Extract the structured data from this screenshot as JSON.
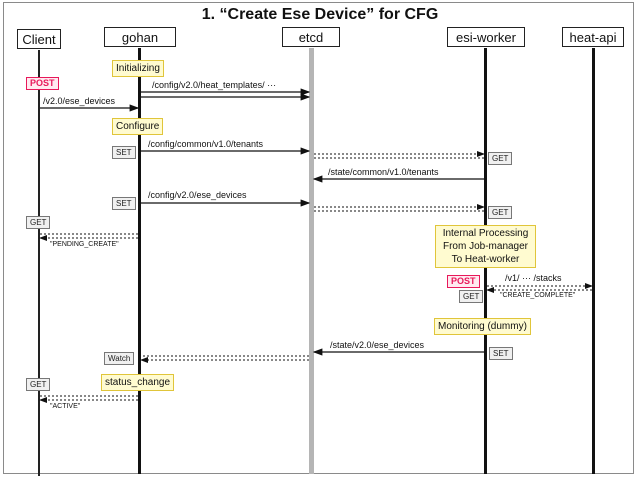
{
  "title": "1. “Create Ese Device” for CFG",
  "actors": {
    "client": "Client",
    "gohan": "gohan",
    "etcd": "etcd",
    "esi_worker": "esi-worker",
    "heat_api": "heat-api"
  },
  "notes": {
    "initializing": "Initializing",
    "configure": "Configure",
    "internal_processing": "Internal Processing\nFrom Job-manager\nTo Heat-worker",
    "monitoring": "Monitoring (dummy)",
    "status_change": "status_change"
  },
  "tags": {
    "post1": "POST",
    "set1": "SET",
    "get1": "GET",
    "set2": "SET",
    "get2": "GET",
    "get3": "GET",
    "post2": "POST",
    "get4": "GET",
    "set3": "SET",
    "watch": "Watch",
    "get5": "GET"
  },
  "messages": {
    "heat_templates": "/config/v2.0/heat_templates/ ···",
    "ese_devices_post": "/v2.0/ese_devices",
    "tenants_config": "/config/common/v1.0/tenants",
    "tenants_state": "/state/common/v1.0/tenants",
    "ese_devices_config": "/config/v2.0/ese_devices",
    "stacks": "/v1/ ··· /stacks",
    "ese_devices_state": "/state/v2.0/ese_devices"
  },
  "responses": {
    "pending_create": "\"PENDING_CREATE\"",
    "create_complete": "\"CREATE_COMPLETE\"",
    "active": "\"ACTIVE\""
  }
}
